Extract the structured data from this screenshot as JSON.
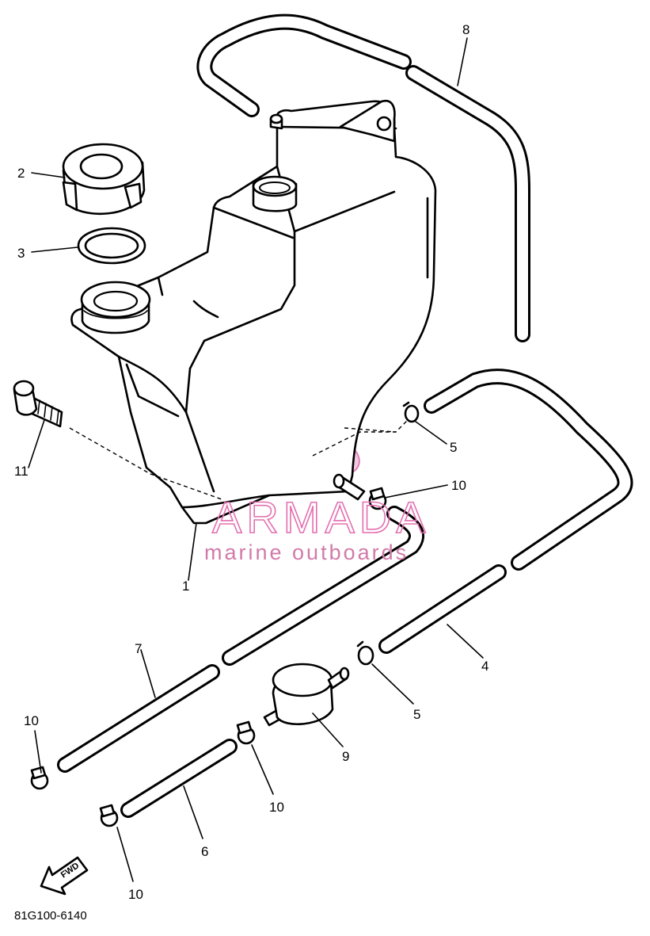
{
  "callouts": {
    "c1": "1",
    "c2": "2",
    "c3": "3",
    "c4": "4",
    "c5a": "5",
    "c5b": "5",
    "c6": "6",
    "c7": "7",
    "c8": "8",
    "c9": "9",
    "c10a": "10",
    "c10b": "10",
    "c10c": "10",
    "c10d": "10",
    "c11": "11"
  },
  "direction_label": "FWD",
  "drawing_code": "81G100-6140",
  "watermark": {
    "title": "ARMADA",
    "subtitle": "marine outboards",
    "color": "#e46fb0"
  }
}
